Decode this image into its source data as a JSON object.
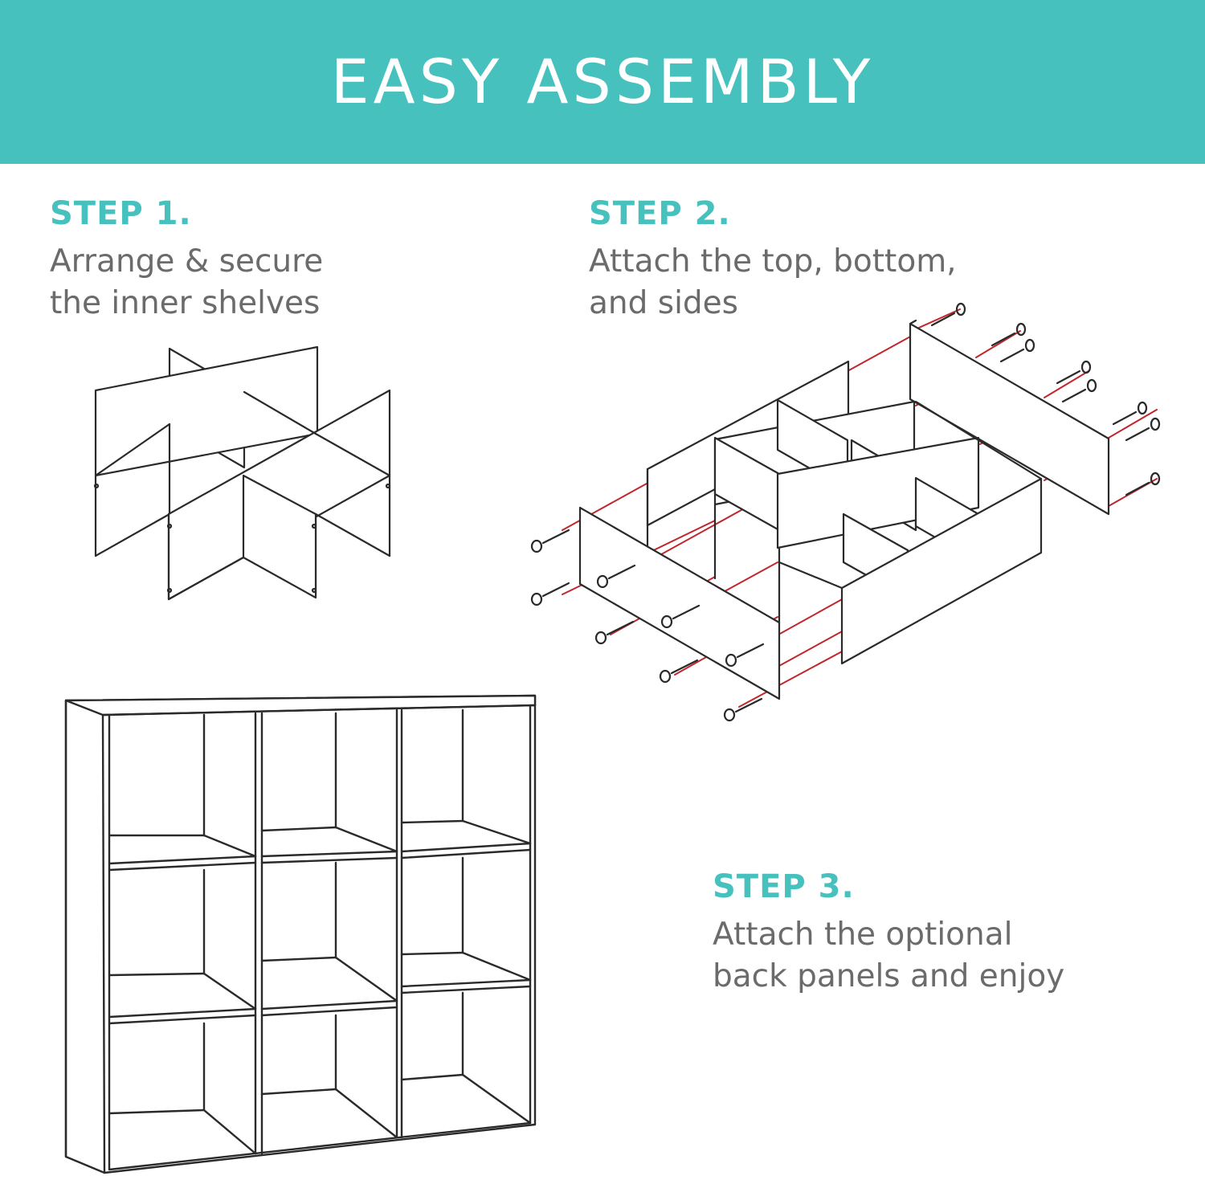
{
  "header": {
    "title": "EASY ASSEMBLY"
  },
  "steps": [
    {
      "title": "STEP 1.",
      "lines": [
        "Arrange & secure",
        "the inner shelves"
      ]
    },
    {
      "title": "STEP 2.",
      "lines": [
        "Attach the top, bottom,",
        "and sides"
      ]
    },
    {
      "title": "STEP 3.",
      "lines": [
        "Attach the optional",
        "back panels and enjoy"
      ]
    }
  ],
  "colors": {
    "accent": "#47C1BE",
    "step_text": "#6b6b6b",
    "line_art": "#2a2a2a",
    "screw_guide": "#C0272D"
  },
  "icons": [
    "inner-shelves-icon",
    "frame-assembly-icon",
    "cube-bookcase-icon"
  ]
}
